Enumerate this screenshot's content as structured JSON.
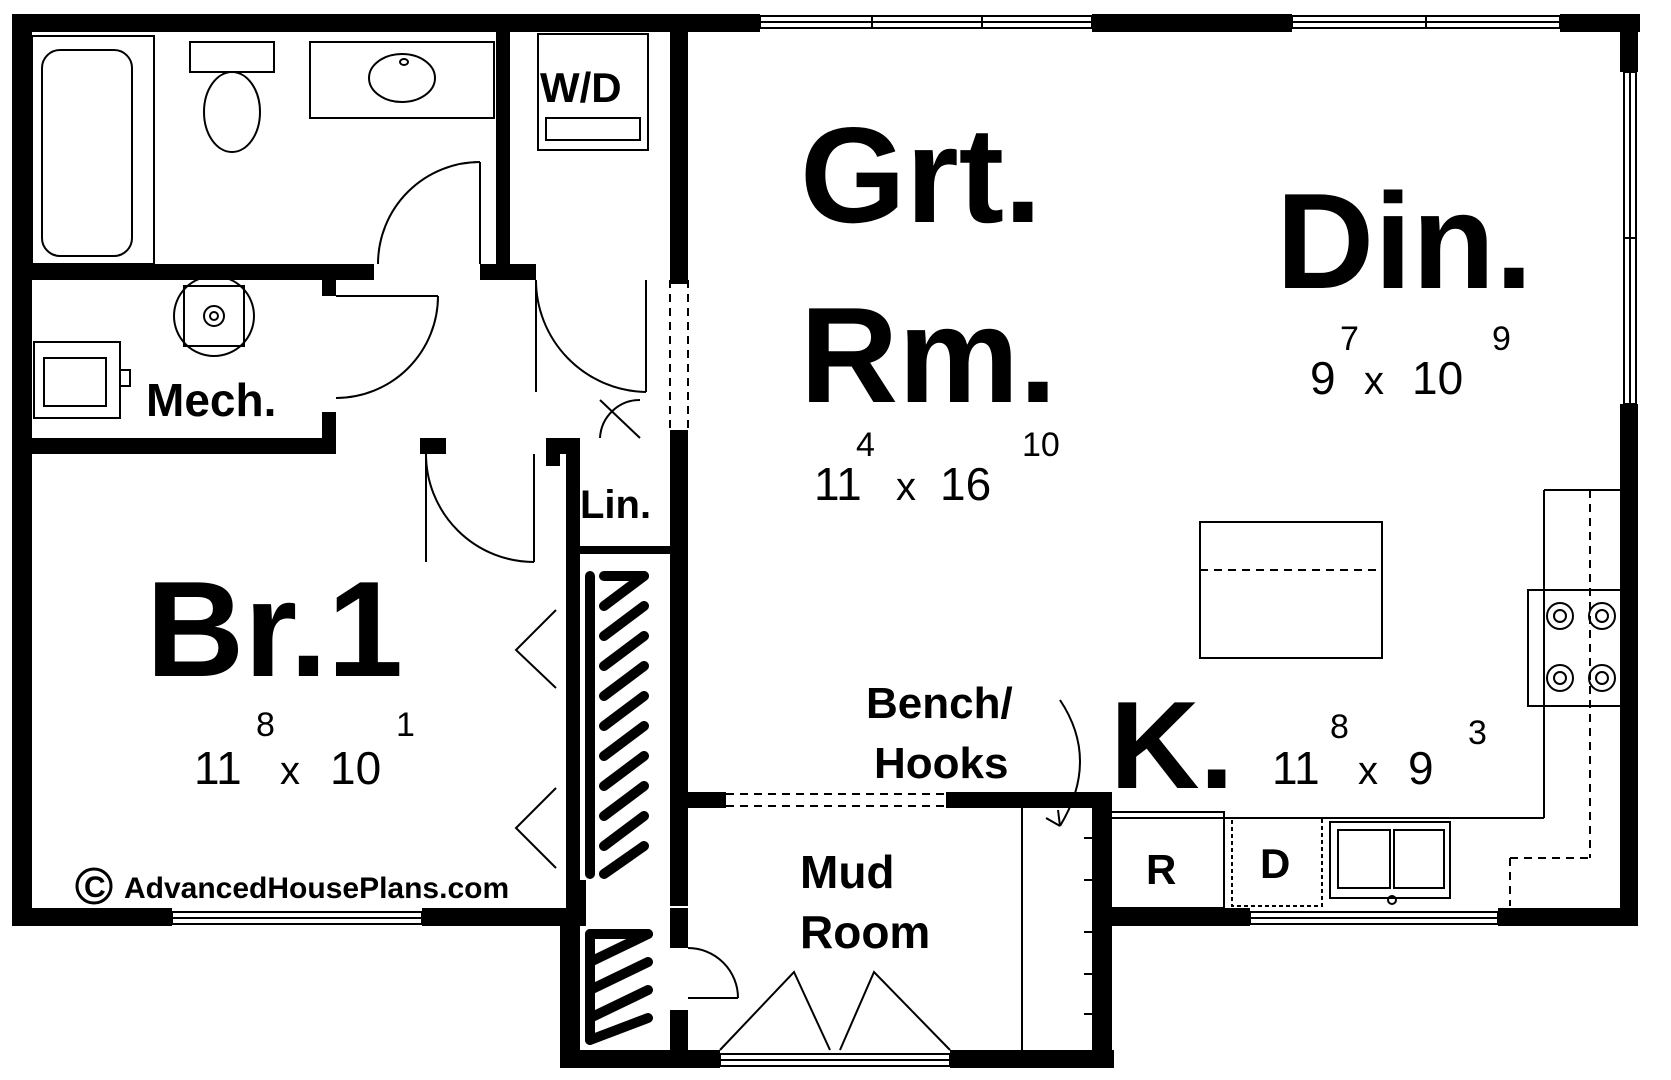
{
  "rooms": {
    "great_room": {
      "name_line1": "Grt.",
      "name_line2": "Rm.",
      "width_ft": "11",
      "width_in": "4",
      "sep": "x",
      "length_ft": "16",
      "length_in": "10"
    },
    "dining": {
      "name": "Din.",
      "width_ft": "9",
      "width_in": "7",
      "sep": "x",
      "length_ft": "10",
      "length_in": "9"
    },
    "bedroom": {
      "name": "Br.1",
      "width_ft": "11",
      "width_in": "8",
      "sep": "x",
      "length_ft": "10",
      "length_in": "1"
    },
    "kitchen": {
      "name": "K.",
      "width_ft": "11",
      "width_in": "8",
      "sep": "x",
      "length_ft": "9",
      "length_in": "3"
    },
    "mudroom": {
      "name_line1": "Mud",
      "name_line2": "Room"
    },
    "mechanical": {
      "name": "Mech."
    },
    "laundry": {
      "name": "W/D"
    },
    "linen": {
      "name": "Lin."
    }
  },
  "fixtures": {
    "bench_line1": "Bench/",
    "bench_line2": "Hooks",
    "refrigerator": "R",
    "dishwasher": "D"
  },
  "copyright": {
    "symbol": "C",
    "text": "AdvancedHousePlans.com"
  }
}
